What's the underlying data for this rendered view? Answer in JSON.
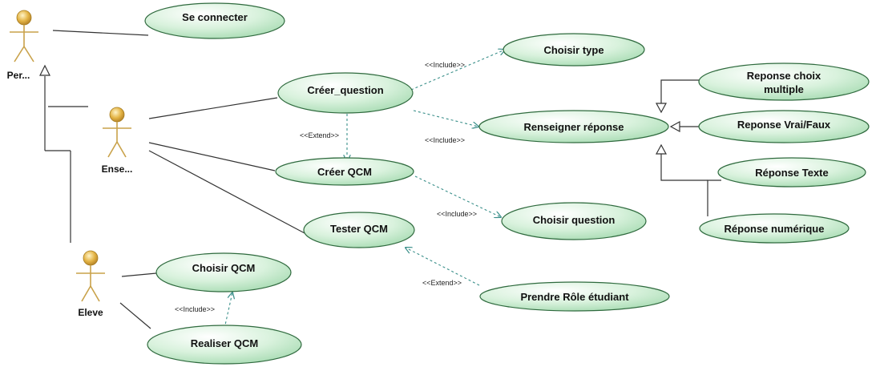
{
  "actors": {
    "personne": "Per...",
    "enseignant": "Ense...",
    "eleve": "Eleve"
  },
  "use_cases": {
    "se_connecter": "Se connecter",
    "choisir_type": "Choisir type",
    "creer_question": "Créer_question",
    "renseigner_reponse": "Renseigner réponse",
    "reponse_choix_multiple_1": "Reponse choix",
    "reponse_choix_multiple_2": "multiple",
    "reponse_vrai_faux": "Reponse Vrai/Faux",
    "reponse_texte": "Réponse Texte",
    "reponse_numerique": "Réponse numérique",
    "creer_qcm": "Créer QCM",
    "choisir_question": "Choisir question",
    "tester_qcm": "Tester QCM",
    "prendre_role_etudiant": "Prendre Rôle étudiant",
    "choisir_qcm": "Choisir QCM",
    "realiser_qcm": "Realiser QCM"
  },
  "stereotypes": {
    "include_choisir_type": "<<Include>>",
    "extend_creer_qcm": "<<Extend>>",
    "include_renseigner": "<<Include>>",
    "include_choisir_question": "<<Include>>",
    "extend_tester": "<<Extend>>",
    "include_choisir_qcm": "<<Include>>"
  },
  "colors": {
    "usecase_fill_top": "#ffffff",
    "usecase_fill_bottom": "#b9e6c2",
    "usecase_stroke": "#2f6a3e",
    "actor_head": "#e0b040",
    "actor_body": "#c9a24a",
    "dashed": "#3a8f8a",
    "line": "#333333"
  }
}
